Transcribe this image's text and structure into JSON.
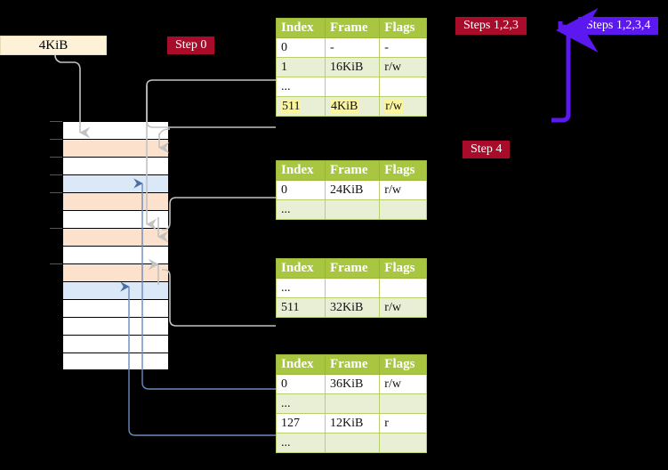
{
  "diagram": {
    "title_labels": {
      "size_box": "4KiB",
      "step0": "Step 0",
      "steps123": "Steps 1,2,3",
      "steps1234": "Steps 1,2,3,4",
      "step4": "Step 4"
    },
    "colors": {
      "badge_crimson": "#a90b2a",
      "badge_blue": "#5b19f0",
      "table_header": "#a8c63f",
      "table_alt_row": "#e9efd4",
      "highlight": "#fbf59b",
      "mem_orange": "#fce1cc",
      "mem_blue": "#dbe8f7",
      "size_box_bg": "#fdf2d8",
      "wire_gray": "#bfbfbf",
      "wire_blue": "#6a8bc0"
    }
  },
  "tables": [
    {
      "id": "tbl-a",
      "name": "page-table-level-1",
      "headers": [
        "Index",
        "Frame",
        "Flags"
      ],
      "rows": [
        {
          "cells": [
            "0",
            "-",
            "-"
          ],
          "alt": false,
          "highlight": false
        },
        {
          "cells": [
            "1",
            "16KiB",
            "r/w"
          ],
          "alt": true,
          "highlight": false
        },
        {
          "cells": [
            "...",
            "",
            ""
          ],
          "alt": false,
          "highlight": false
        },
        {
          "cells": [
            "511",
            "4KiB",
            "r/w"
          ],
          "alt": true,
          "highlight": true
        }
      ]
    },
    {
      "id": "tbl-b",
      "name": "page-table-level-2",
      "headers": [
        "Index",
        "Frame",
        "Flags"
      ],
      "rows": [
        {
          "cells": [
            "0",
            "24KiB",
            "r/w"
          ],
          "alt": false,
          "highlight": false
        },
        {
          "cells": [
            "...",
            "",
            ""
          ],
          "alt": true,
          "highlight": false
        }
      ]
    },
    {
      "id": "tbl-c",
      "name": "page-table-level-3",
      "headers": [
        "Index",
        "Frame",
        "Flags"
      ],
      "rows": [
        {
          "cells": [
            "...",
            "",
            ""
          ],
          "alt": false,
          "highlight": false
        },
        {
          "cells": [
            "511",
            "32KiB",
            "r/w"
          ],
          "alt": true,
          "highlight": false
        }
      ]
    },
    {
      "id": "tbl-d",
      "name": "page-table-level-4",
      "headers": [
        "Index",
        "Frame",
        "Flags"
      ],
      "rows": [
        {
          "cells": [
            "0",
            "36KiB",
            "r/w"
          ],
          "alt": false,
          "highlight": false
        },
        {
          "cells": [
            "...",
            "",
            ""
          ],
          "alt": true,
          "highlight": false
        },
        {
          "cells": [
            "127",
            "12KiB",
            "r"
          ],
          "alt": false,
          "highlight": false
        },
        {
          "cells": [
            "...",
            "",
            ""
          ],
          "alt": true,
          "highlight": false
        }
      ]
    }
  ],
  "memory_column": {
    "name": "physical-memory-frames",
    "row_count": 14,
    "row_fills": [
      "white",
      "orange",
      "white",
      "blue",
      "orange",
      "white",
      "orange",
      "white",
      "orange",
      "blue",
      "white",
      "white",
      "white",
      "white"
    ],
    "tick_rows": [
      0,
      1,
      2,
      3,
      4,
      6,
      8
    ]
  }
}
